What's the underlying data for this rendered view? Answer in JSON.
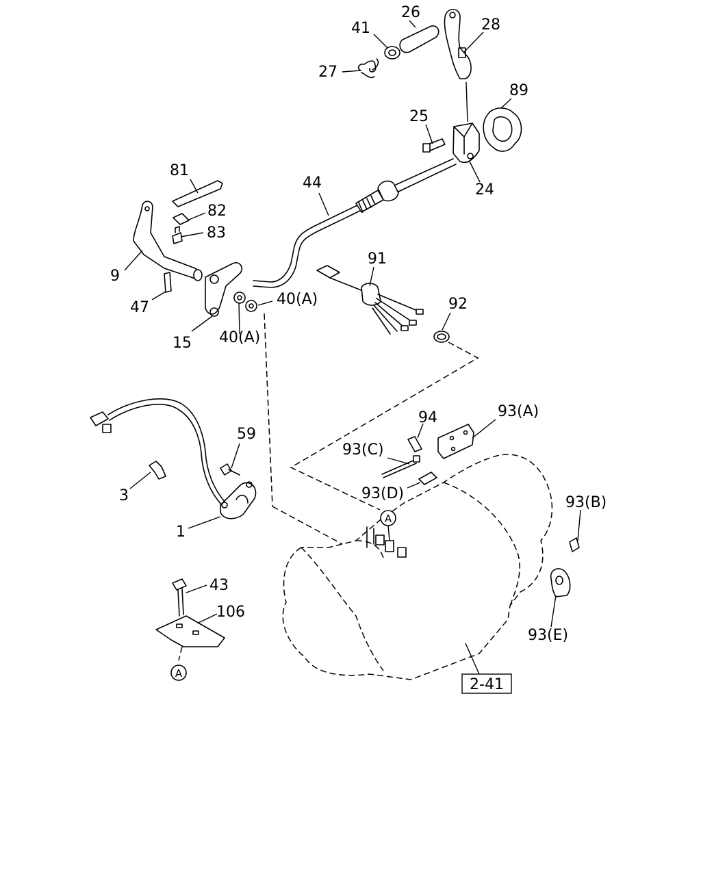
{
  "callouts": {
    "c26": "26",
    "c41": "41",
    "c28": "28",
    "c27": "27",
    "c89": "89",
    "c25": "25",
    "c24": "24",
    "c81": "81",
    "c82": "82",
    "c83": "83",
    "c44": "44",
    "c9": "9",
    "c47": "47",
    "c91": "91",
    "c40a1": "40(A)",
    "c40a2": "40(A)",
    "c15": "15",
    "c92": "92",
    "c94": "94",
    "c93a": "93(A)",
    "c59": "59",
    "c93c": "93(C)",
    "c3": "3",
    "c93d": "93(D)",
    "c93b": "93(B)",
    "c1": "1",
    "c43": "43",
    "c106": "106",
    "c93e": "93(E)"
  },
  "reference_box": "2-41",
  "marker": "A"
}
